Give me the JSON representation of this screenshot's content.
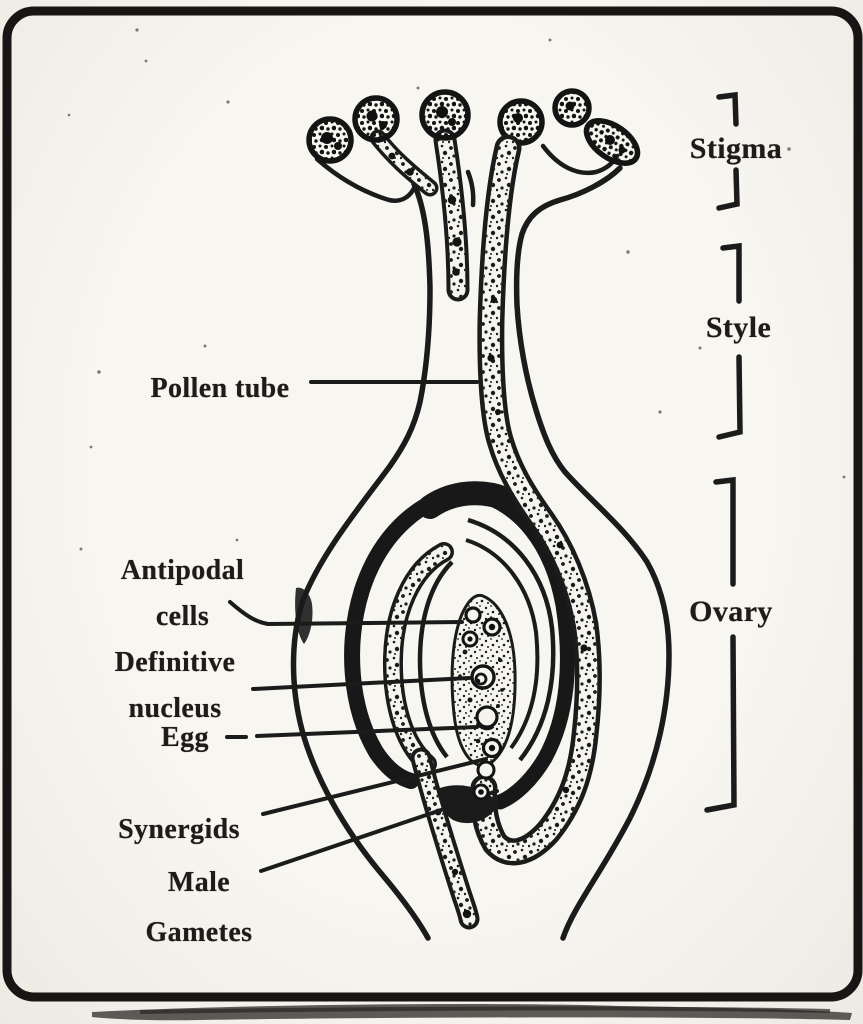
{
  "figure": {
    "paper_color": "#f6f4ee",
    "ink_color": "#1b1b1b"
  },
  "part_labels": {
    "pollen_tube": "Pollen tube",
    "antipodal_cells": "Antipodal\ncells",
    "definitive_nucleus": "Definitive\nnucleus",
    "egg": "Egg",
    "synergids": "Synergids",
    "male_gametes": "Male\nGametes"
  },
  "region_labels": {
    "stigma": "Stigma",
    "style": "Style",
    "ovary": "Ovary"
  }
}
